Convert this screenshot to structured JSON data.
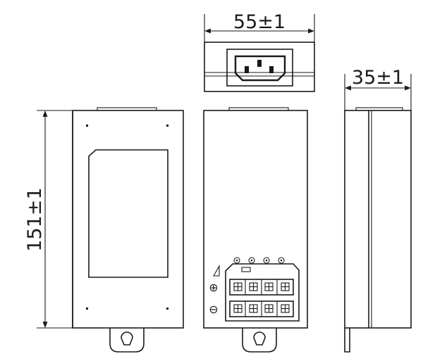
{
  "dimensions": {
    "width_label": "55±1",
    "depth_label": "35±1",
    "height_label": "151±1"
  },
  "terminal_symbols": {
    "positive": "⊕",
    "negative": "⊖"
  }
}
